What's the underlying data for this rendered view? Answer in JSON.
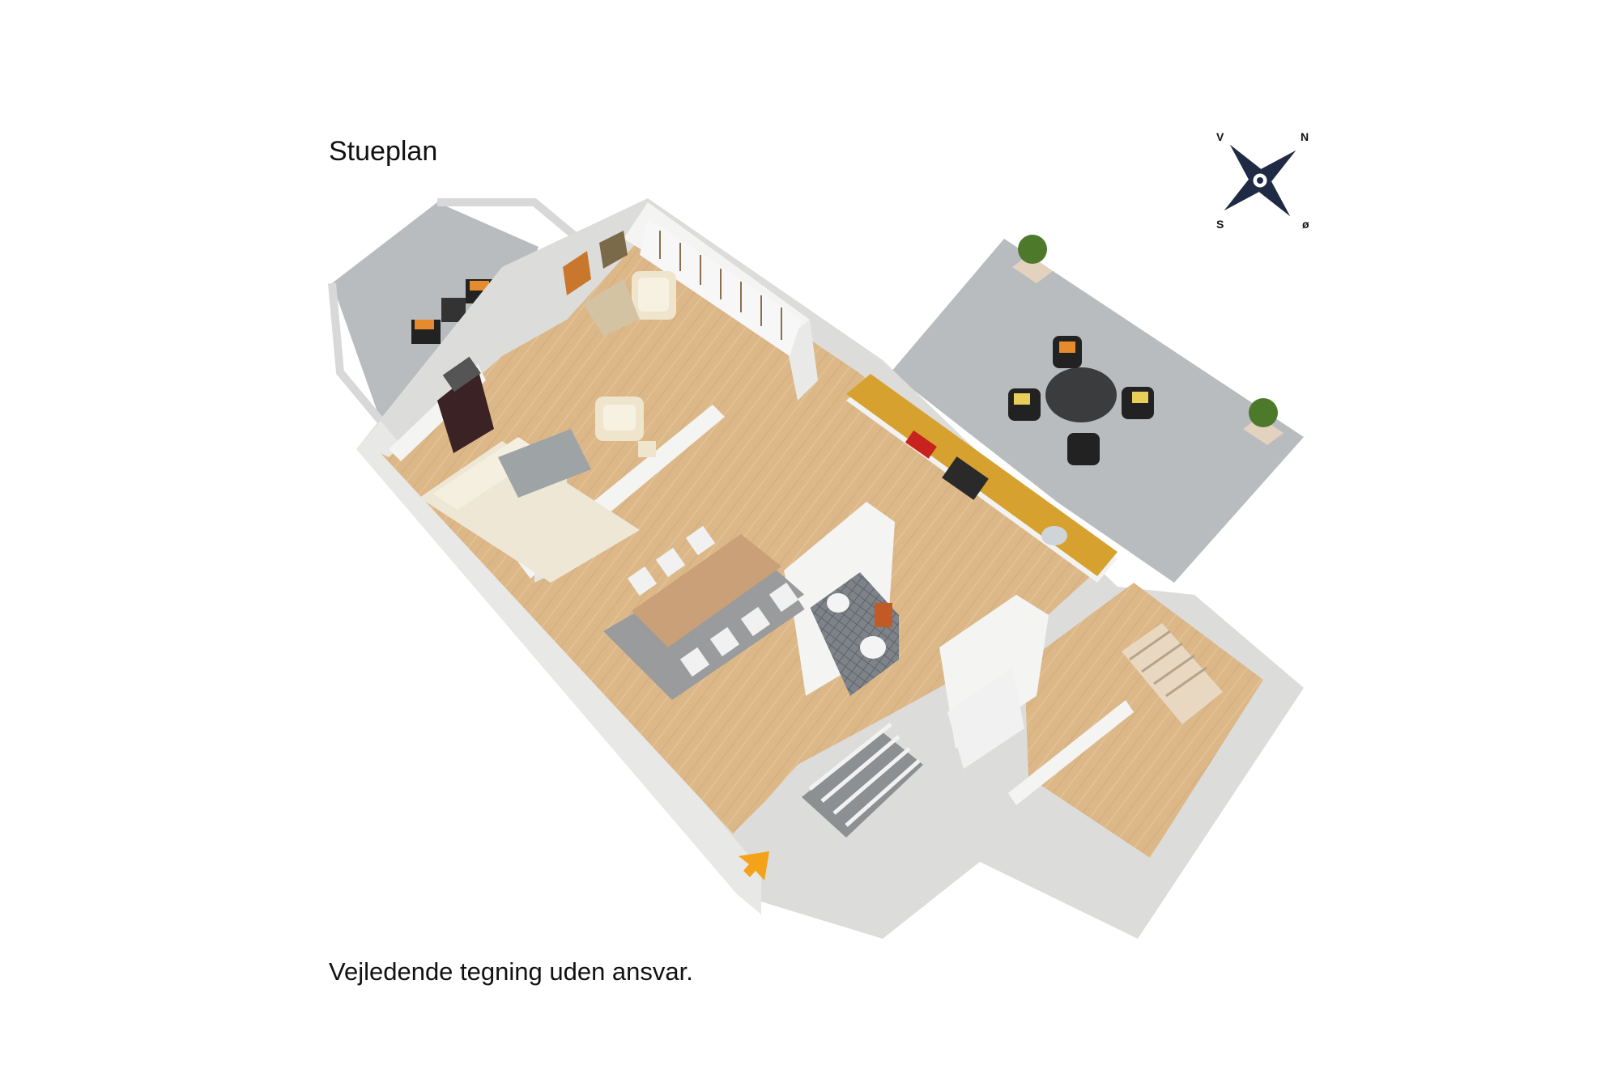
{
  "title": "Stueplan",
  "disclaimer": "Vejledende tegning uden ansvar.",
  "compass": {
    "nw": "V",
    "ne": "N",
    "sw": "S",
    "se": "ø"
  },
  "colors": {
    "floor": "#dcb889",
    "wall": "#f4f4f2",
    "wallShade": "#dcdcda",
    "terrace": "#b7babd",
    "compass": "#1f2a44",
    "entrance": "#f3a21a",
    "counter": "#d6a12e"
  },
  "icons": [
    "compass-rose-icon",
    "entrance-arrow-icon"
  ]
}
